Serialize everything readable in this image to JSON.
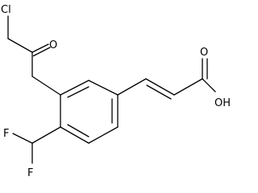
{
  "molecule": {
    "atoms": {
      "cl": "Cl",
      "o_ketone": "O",
      "o_carbonyl": "O",
      "oh": "OH",
      "f_upper": "F",
      "f_lower": "F"
    }
  }
}
